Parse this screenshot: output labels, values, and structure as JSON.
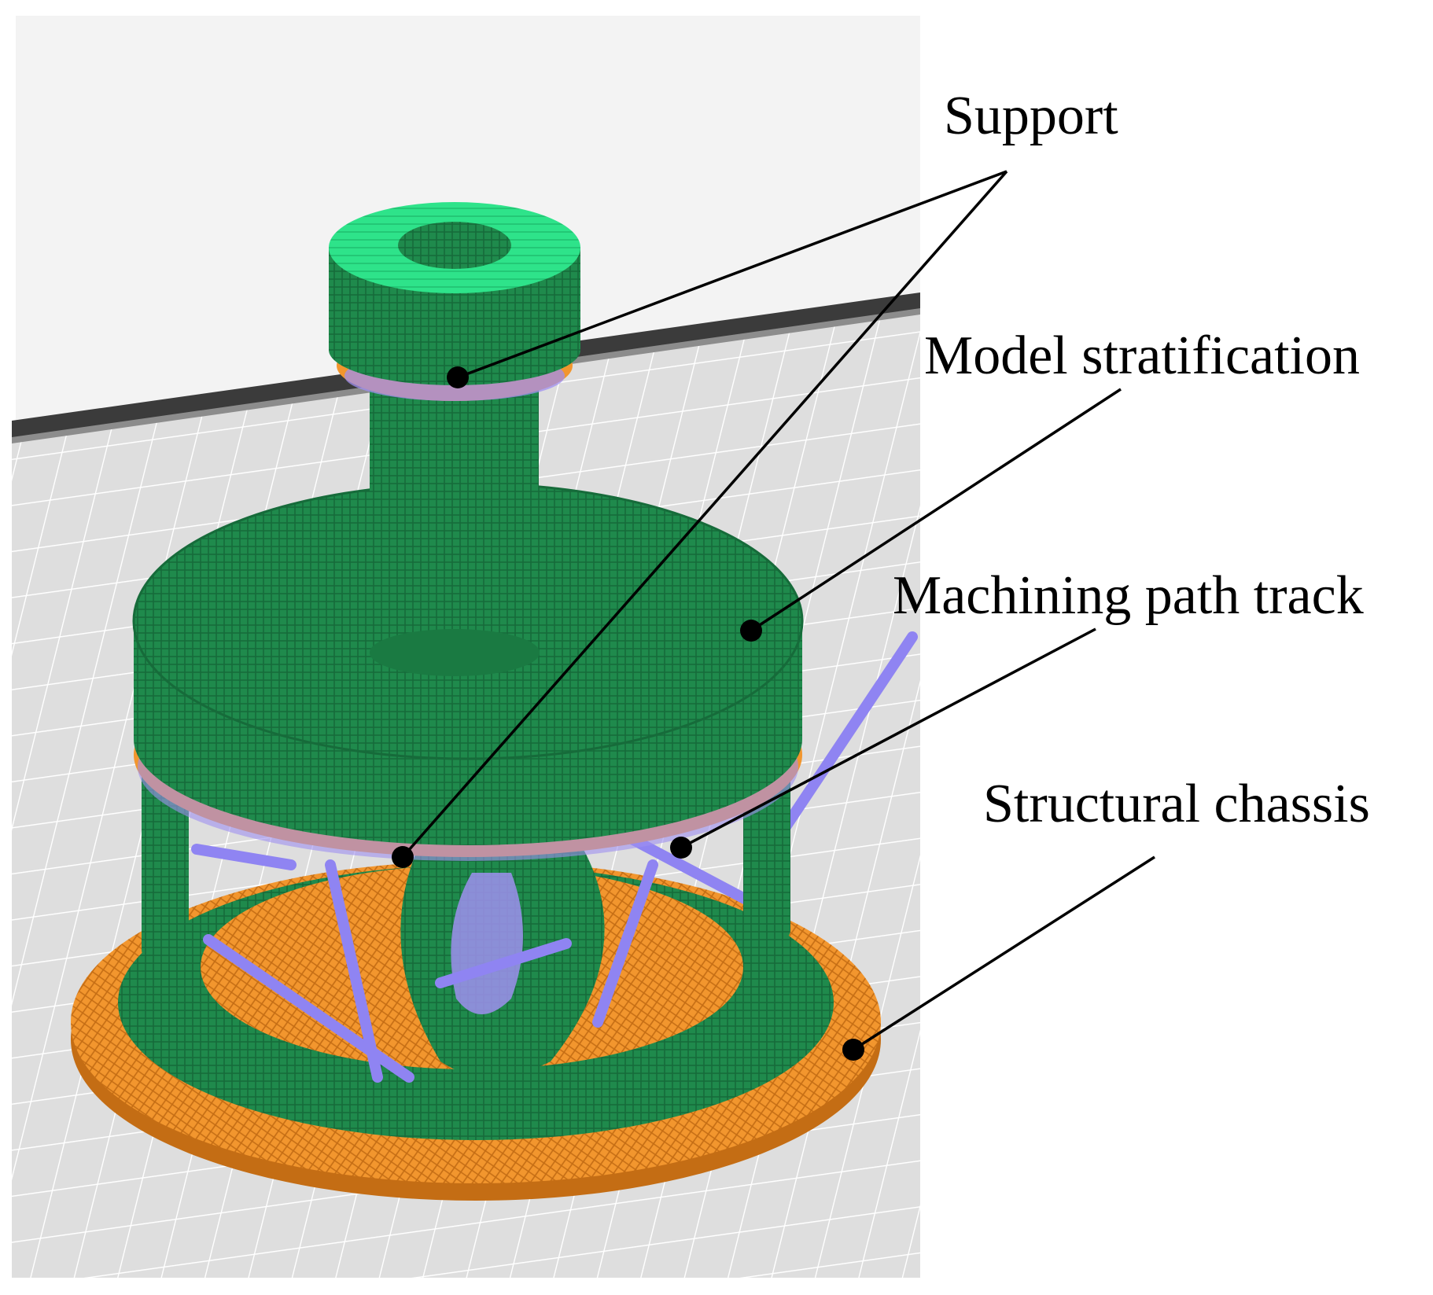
{
  "labels": {
    "support": "Support",
    "model_stratification": "Model stratification",
    "machining_path_track": "Machining path track",
    "structural_chassis": "Structural chassis"
  },
  "colors": {
    "model": "#1f8a4c",
    "model_top": "#2ee38a",
    "support": "#f2962e",
    "path_track": "#9f8ff0",
    "bed": "#e3e3e3",
    "grid": "#ffffff",
    "background": "#f2f2f2"
  }
}
